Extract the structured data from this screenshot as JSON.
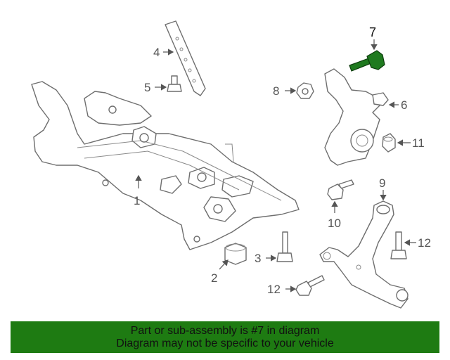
{
  "callouts": {
    "c1": "1",
    "c2": "2",
    "c3": "3",
    "c4": "4",
    "c5": "5",
    "c6": "6",
    "c7": "7",
    "c8": "8",
    "c9": "9",
    "c10": "10",
    "c11": "11",
    "c12a": "12",
    "c12b": "12"
  },
  "banner": {
    "line1": "Part or sub-assembly is #7 in diagram",
    "line2": "Diagram may not be specific to your vehicle"
  },
  "colors": {
    "banner_bg": "#1e7b12",
    "highlight_part": "#1f7a1f"
  }
}
